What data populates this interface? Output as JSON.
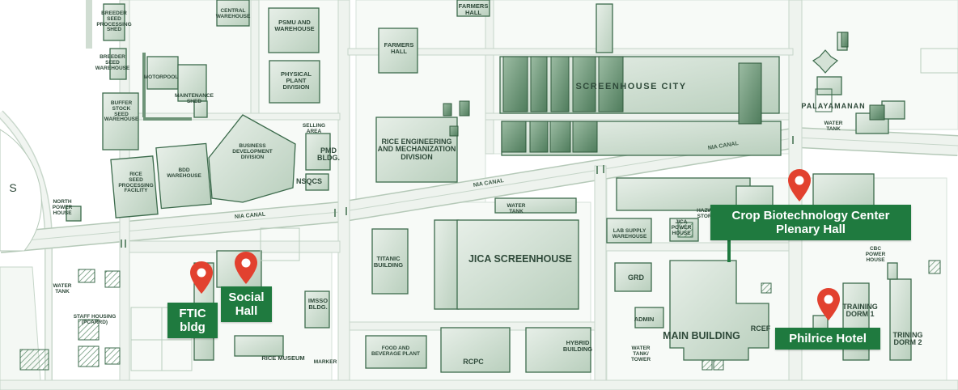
{
  "map": {
    "colors": {
      "building_fill": "#c7d8c9",
      "building_stroke": "#3c6b4c",
      "road": "#e6eee7",
      "road_edge": "#b5c9b8",
      "canal": "#dfe9e0",
      "callout_bg": "#1f7a3f",
      "callout_text": "#ffffff",
      "pin": "#e2412f"
    },
    "labels": {
      "breeder_shed": "BREEDER\nSEED\nPROCESSING\nSHED",
      "breeder_warehouse": "BREEDER\nSEED\nWAREHOUSE",
      "buffer_stock": "BUFFER\nSTOCK\nSEED\nWAREHOUSE",
      "rice_seed_facility": "RICE\nSEED\nPROCESSING\nFACILITY",
      "bdd_warehouse": "BDD\nWAREHOUSE",
      "motorpool": "MOTORPOOL",
      "maintenance_shed": "MAINTENANCE\nSHED",
      "central_warehouse": "CENTRAL\nWAREHOUSE",
      "psmu_warehouse": "PSMU AND\nWAREHOUSE",
      "physical_plant": "PHYSICAL\nPLANT\nDIVISION",
      "business_dev": "BUSINESS\nDEVELOPMENT\nDIVISION",
      "selling_area": "SELLING\nAREA",
      "pmd_bldg": "PMD\nBLDG.",
      "nsqcs": "NSQCS",
      "farmers_hall_top": "FARMERS\nHALL",
      "farmers_hall": "FARMERS\nHALL",
      "screenhouse_city": "SCREENHOUSE CITY",
      "palayamanan": "PALAYAMANAN",
      "water_tank_right": "WATER\nTANK",
      "rice_engineering": "RICE ENGINEERING\nAND MECHANIZATION\nDIVISION",
      "north_power_house": "NORTH\nPOWER\nHOUSE",
      "water_tank_left": "WATER\nTANK",
      "staff_housing": "STAFF HOUSING\n(PCARRD)",
      "titanic": "TITANIC\nBUILDING",
      "jica_screenhouse": "JICA SCREENHOUSE",
      "water_tank_mid": "WATER\nTANK",
      "imsso": "IMSSO\nBLDG.",
      "rice_museum": "RICE MUSEUM",
      "marker": "MARKER",
      "food_bev": "FOOD AND\nBEVERAGE PLANT",
      "rcpc": "RCPC",
      "hybrid": "HYBRID\nBUILDING",
      "lab_supply": "LAB SUPPLY\nWAREHOUSE",
      "jica_power": "JICA\nPOWER\nHOUSE",
      "hazwa": "HAZWA\nSTORA",
      "grd": "GRD",
      "admin": "ADMIN",
      "main_building": "MAIN BUILDING",
      "rcef": "RCEF",
      "water_tank_tower": "WATER\nTANK/\nTOWER",
      "cbc_power": "CBC\nPOWER\nHOUSE",
      "training_dorm1": "TRAINING\nDORM 1",
      "trining_dorm2": "TRINING\nDORM 2",
      "edge_s": "S",
      "nia_canal_1": "NIA CANAL",
      "nia_canal_2": "NIA CANAL",
      "nia_canal_3": "NIA CANAL"
    },
    "callouts": {
      "ftic": "FTIC\nbldg",
      "social_hall": "Social\nHall",
      "crop_biotech": "Crop Biotechnology Center\nPlenary Hall",
      "philrice_hotel": "Philrice Hotel"
    }
  }
}
